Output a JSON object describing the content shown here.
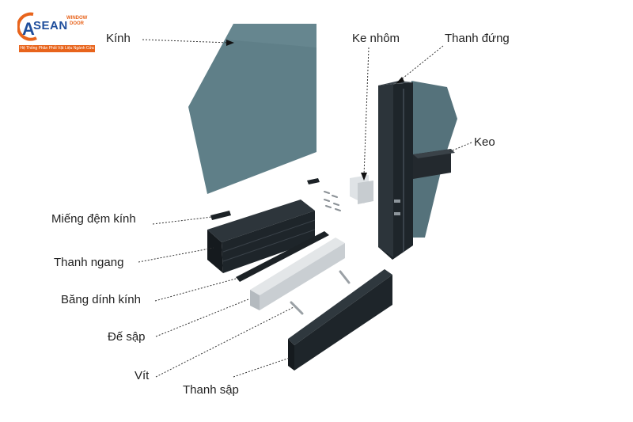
{
  "logo": {
    "brand": "SEAN",
    "sub_line_1": "WINDOW",
    "sub_line_2": "DOOR",
    "tagline": "Hệ Thống Phân Phối Vật Liệu Ngành Cửa"
  },
  "labels": {
    "kinh": "Kính",
    "ke_nhom": "Ke nhôm",
    "thanh_dung": "Thanh đứng",
    "keo": "Keo",
    "mieng_dem_kinh": "Miếng đệm kính",
    "thanh_ngang": "Thanh ngang",
    "bang_dinh_kinh": "Băng dính kính",
    "de_sap": "Đế sập",
    "vit": "Vít",
    "thanh_sap": "Thanh sập"
  },
  "colors": {
    "glass": "#5f7f88",
    "aluminium_dark": "#1e252a",
    "tape": "#c9ced2",
    "logo_blue": "#1f4e9c",
    "logo_orange": "#e8641c"
  }
}
